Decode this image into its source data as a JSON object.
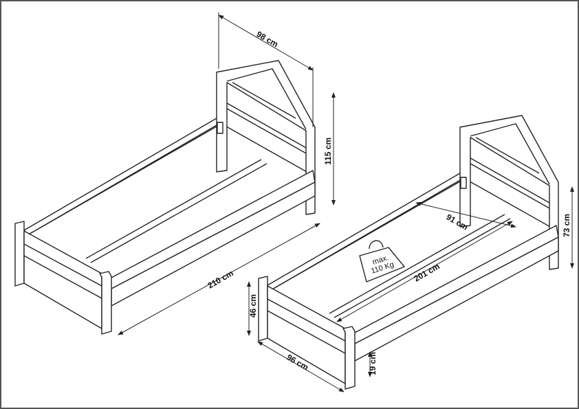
{
  "dimensions": {
    "bed1_width": "98 cm",
    "bed1_height": "115 cm",
    "bed1_length": "210 cm",
    "bed2_inner_width": "91 cm",
    "bed2_inner_length": "201 cm",
    "bed2_headboard_side": "73 cm",
    "bed2_footboard_height": "46 cm",
    "bed2_footboard_width": "96 cm",
    "bed2_clearance": "19 cm"
  },
  "load_tag": {
    "line1": "max.",
    "line2": "110 Kg"
  }
}
